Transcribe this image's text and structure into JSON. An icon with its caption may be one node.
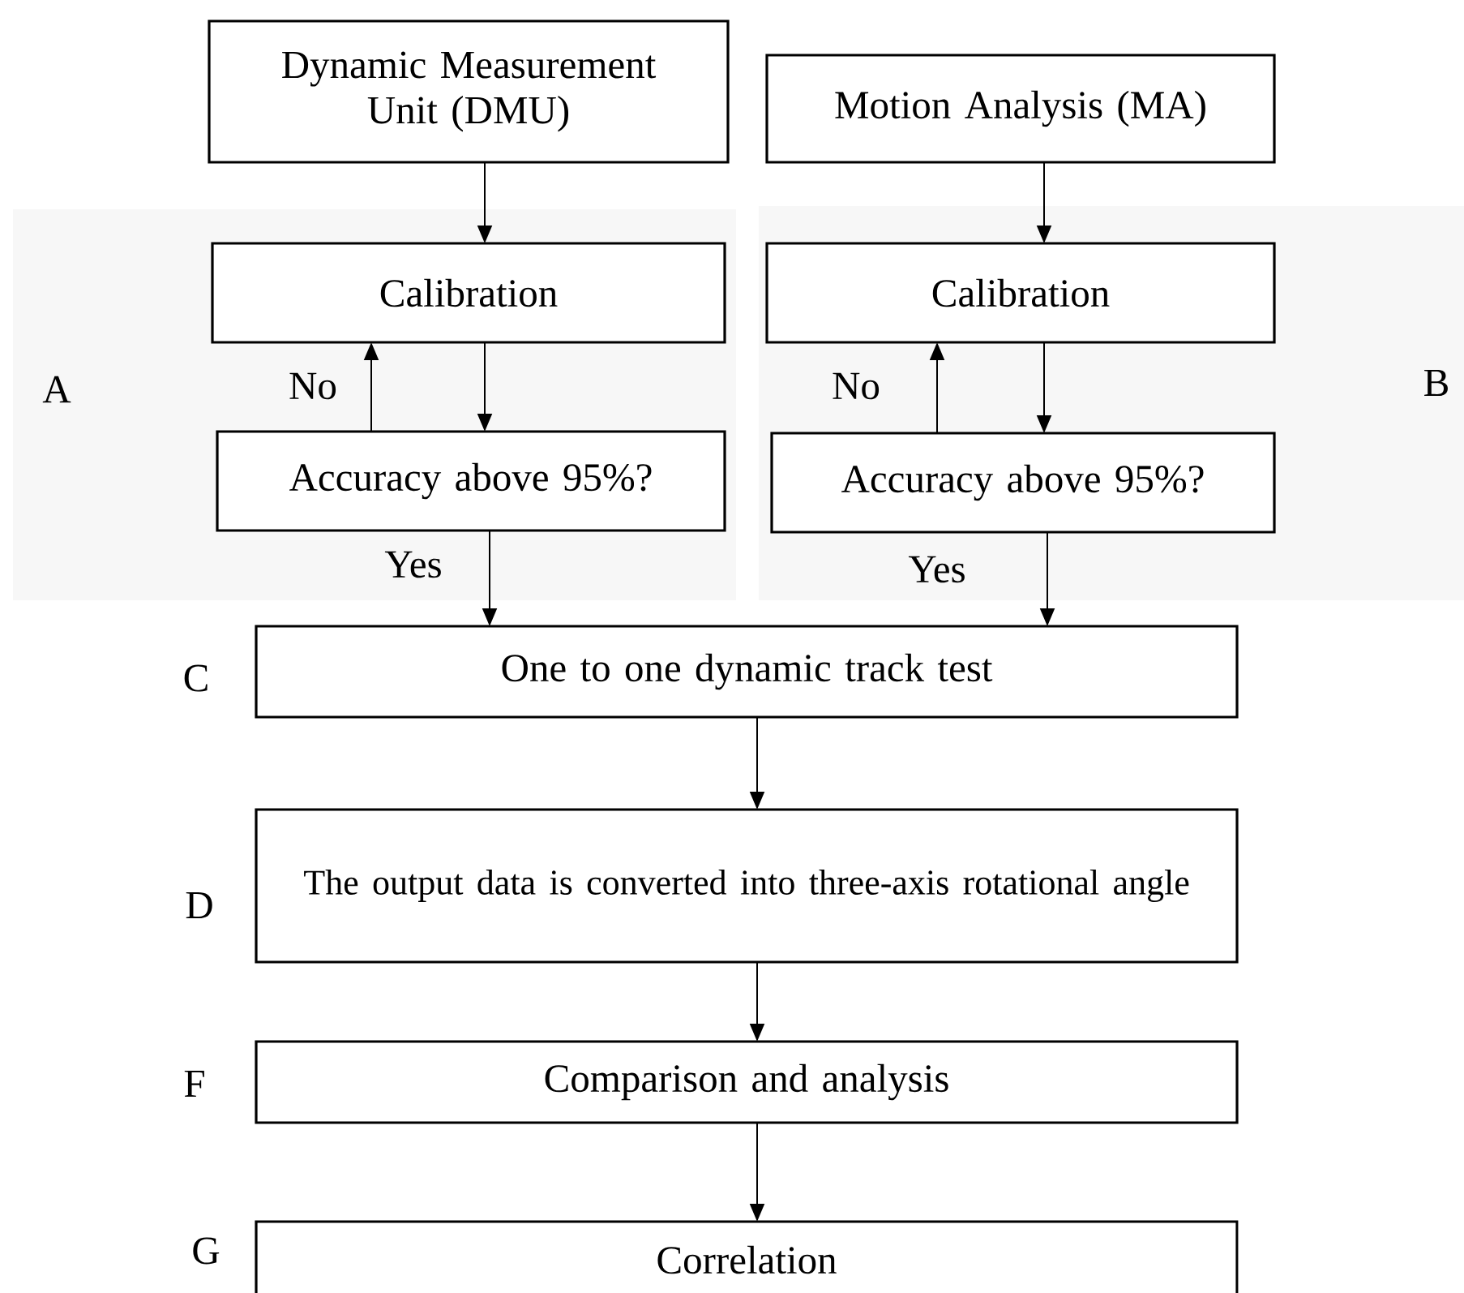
{
  "diagram": {
    "nodes": [
      {
        "text": [
          "Dynamic Measurement Unit (DMU)"
        ]
      },
      {
        "text": [
          "Motion Analysis (MA)"
        ]
      },
      {
        "text": [
          "A"
        ]
      },
      {
        "text": [
          "Calibration"
        ],
        "in": 2
      },
      {
        "text": [
          "Accuracy above 95%?"
        ],
        "in": 2
      },
      {
        "text": [
          "B"
        ]
      },
      {
        "text": [
          "Calibration"
        ],
        "in": 5
      },
      {
        "text": [
          "Accuracy above 95%?"
        ],
        "in": 5
      },
      {
        "text": [
          "One to one dynamic track test"
        ],
        "beside": [
          "C"
        ]
      },
      {
        "text": [
          "The output data is converted into three-axis rotational angle"
        ],
        "beside": [
          "D"
        ]
      },
      {
        "text": [
          "Comparison and analysis"
        ],
        "beside": [
          "F"
        ]
      },
      {
        "text": [
          "Correlation"
        ],
        "beside": [
          "G"
        ]
      }
    ],
    "edges": [
      {
        "from": 0,
        "to": 3,
        "arrow": "to"
      },
      {
        "from": 3,
        "to": 4,
        "arrow": "to"
      },
      {
        "from": 4,
        "to": 3,
        "arrow": "to",
        "label": "No"
      },
      {
        "from": 4,
        "to": 8,
        "arrow": "to",
        "label": "Yes"
      },
      {
        "from": 1,
        "to": 6,
        "arrow": "to"
      },
      {
        "from": 6,
        "to": 7,
        "arrow": "to"
      },
      {
        "from": 7,
        "to": 6,
        "arrow": "to",
        "label": "No"
      },
      {
        "from": 7,
        "to": 8,
        "arrow": "to",
        "label": "Yes"
      },
      {
        "from": 8,
        "to": 9,
        "arrow": "to"
      },
      {
        "from": 9,
        "to": 10,
        "arrow": "to"
      },
      {
        "from": 10,
        "to": 11,
        "arrow": "to"
      }
    ]
  }
}
